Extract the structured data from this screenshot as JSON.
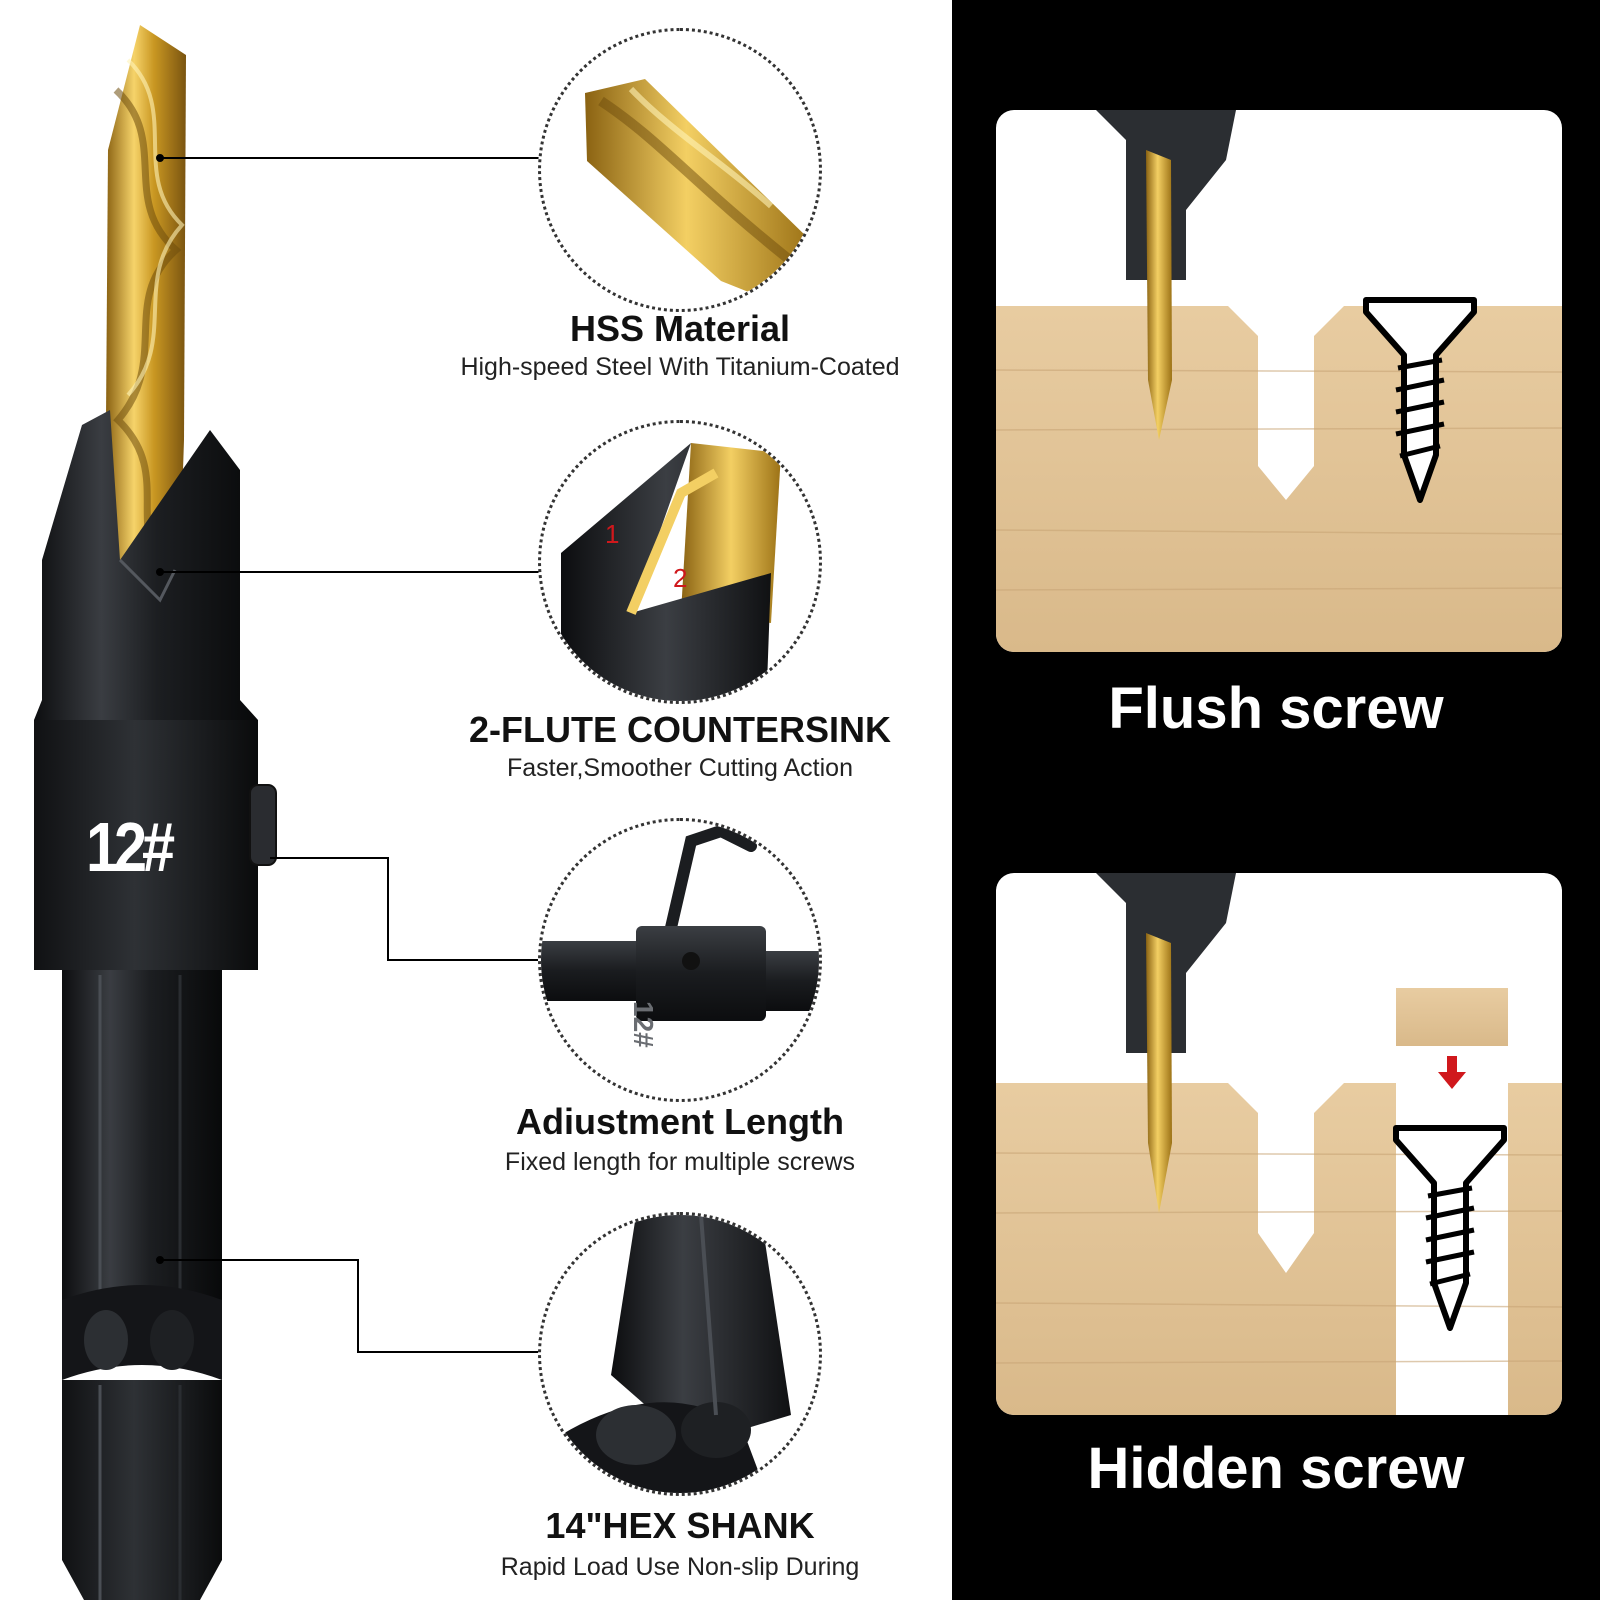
{
  "drill": {
    "size_label": "12#"
  },
  "features": [
    {
      "title": "HSS Material",
      "description": "High-speed Steel With Titanium-Coated"
    },
    {
      "title": "2-FLUTE COUNTERSINK",
      "description": "Faster,Smoother Cutting Action",
      "marker_1": "1",
      "marker_2": "2"
    },
    {
      "title": "Adiustment Length",
      "description": "Fixed length for multiple screws",
      "callout_label": "12#"
    },
    {
      "title": "14\"HEX SHANK",
      "description": "Rapid Load Use Non-slip During"
    }
  ],
  "usage": [
    {
      "caption": "Flush screw"
    },
    {
      "caption": "Hidden screw"
    }
  ],
  "colors": {
    "gold": "#d4a72c",
    "black_steel": "#1b1d20",
    "wood": "#e2c597",
    "marker_red": "#d0181c"
  }
}
